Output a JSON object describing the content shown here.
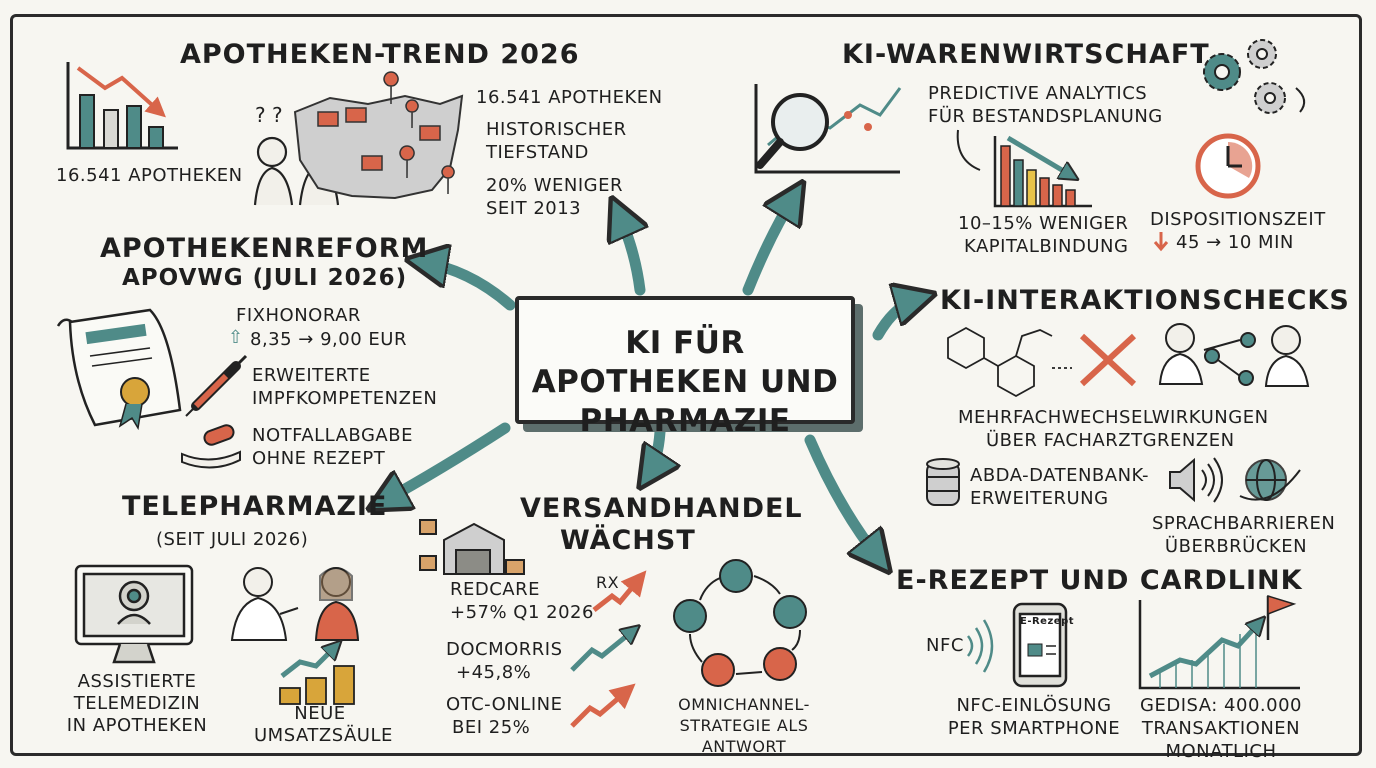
{
  "colors": {
    "teal": "#4f8b88",
    "orange": "#d8654a",
    "ink": "#222222",
    "paper": "#f7f6f1"
  },
  "center": {
    "title": "KI FÜR APOTHEKEN UND PHARMAZIE"
  },
  "trend": {
    "title": "APOTHEKEN-TREND 2026",
    "left_count": "16.541 APOTHEKEN",
    "count": "16.541 APOTHEKEN",
    "low_1": "HISTORISCHER",
    "low_2": "TIEFSTAND",
    "pct_1": "20% WENIGER",
    "pct_2": "SEIT 2013"
  },
  "reform": {
    "title": "APOTHEKENREFORM",
    "subtitle": "APOVWG (JULI 2026)",
    "fix_label": "FIXHONORAR",
    "fix_value": "8,35 → 9,00 EUR",
    "impf_1": "ERWEITERTE",
    "impf_2": "IMPFKOMPETENZEN",
    "notfall_1": "NOTFALLABGABE",
    "notfall_2": "OHNE REZEPT"
  },
  "tele": {
    "title": "TELEPHARMAZIE",
    "subtitle": "(SEIT JULI 2026)",
    "assist_1": "ASSISTIERTE",
    "assist_2": "TELEMEDIZIN",
    "assist_3": "IN APOTHEKEN",
    "neu_1": "NEUE",
    "neu_2": "UMSATZSÄULE"
  },
  "versand": {
    "title_1": "VERSANDHANDEL",
    "title_2": "WÄCHST",
    "redcare_1": "REDCARE",
    "redcare_2": "+57% Q1 2026",
    "rx": "RX",
    "doc_1": "DOCMORRIS",
    "doc_2": "+45,8%",
    "otc_1": "OTC-ONLINE",
    "otc_2": "BEI 25%",
    "omni_1": "OMNICHANNEL-",
    "omni_2": "STRATEGIE ALS",
    "omni_3": "ANTWORT"
  },
  "waren": {
    "title": "KI-WARENWIRTSCHAFT",
    "pred_1": "PREDICTIVE ANALYTICS",
    "pred_2": "FÜR BESTANDSPLANUNG",
    "kap_1": "10–15% WENIGER",
    "kap_2": "KAPITALBINDUNG",
    "dispo_1": "DISPOSITIONSZEIT",
    "dispo_2": "45 → 10 MIN"
  },
  "inter": {
    "title": "KI-INTERAKTIONSCHECKS",
    "mehr_1": "MEHRFACHWECHSELWIRKUNGEN",
    "mehr_2": "ÜBER FACHARZTGRENZEN",
    "abda_1": "ABDA-DATENBANK-",
    "abda_2": "ERWEITERUNG",
    "sprach_1": "SPRACHBARRIEREN",
    "sprach_2": "ÜBERBRÜCKEN"
  },
  "erezept": {
    "title": "E-REZEPT UND CARDLINK",
    "nfc": "NFC",
    "phone_label": "E-Rezept",
    "nfc_1": "NFC-EINLÖSUNG",
    "nfc_2": "PER SMARTPHONE",
    "gedisa_1": "GEDISA: 400.000",
    "gedisa_2": "TRANSAKTIONEN",
    "gedisa_3": "MONATLICH"
  },
  "icons": [
    "declining-bar-chart-icon",
    "germany-map-icon",
    "confused-people-icon",
    "magnifier-chart-icon",
    "gears-icon",
    "clock-icon",
    "document-seal-icon",
    "syringe-icon",
    "pill-hand-icon",
    "molecule-icon",
    "doctor-icon",
    "database-icon",
    "speaker-icon",
    "globe-icon",
    "monitor-webcam-icon",
    "pharmacist-patient-icon",
    "coins-growth-icon",
    "warehouse-icon",
    "omnichannel-cycle-icon",
    "nfc-phone-icon",
    "growth-flag-chart-icon"
  ]
}
